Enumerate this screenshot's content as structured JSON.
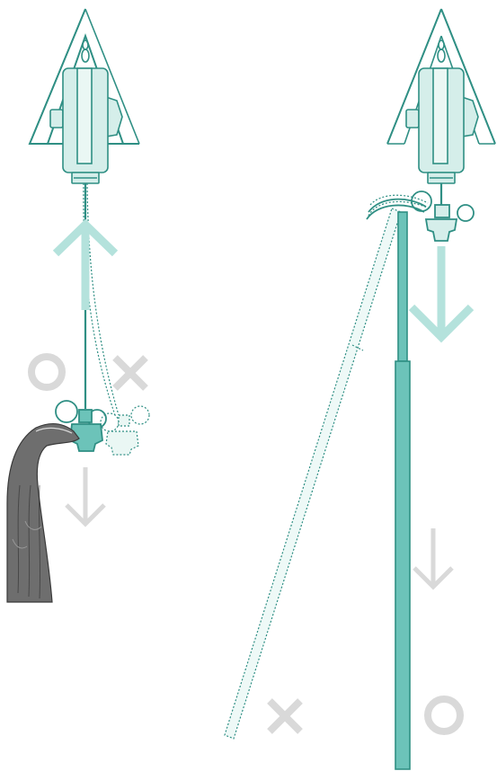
{
  "diagram": {
    "description_free": true,
    "colors": {
      "teal_stroke": "#2f8f84",
      "teal_fill": "#d5eeea",
      "teal_solid": "#6cc3b9",
      "teal_arrow": "#b4e2dc",
      "gray_mark": "#d9d9d9",
      "skin_dark": "#555555"
    },
    "panels": [
      {
        "id": "hand-pull",
        "icons": [
          "up-arrow-icon",
          "down-arrow-icon",
          "circle-ok-icon",
          "cross-ng-icon"
        ],
        "correct_marker": "circle",
        "incorrect_marker": "cross"
      },
      {
        "id": "pole-pull",
        "icons": [
          "down-arrow-icon",
          "down-arrow-icon",
          "circle-ok-icon",
          "cross-ng-icon"
        ],
        "correct_marker": "circle",
        "incorrect_marker": "cross"
      }
    ]
  }
}
